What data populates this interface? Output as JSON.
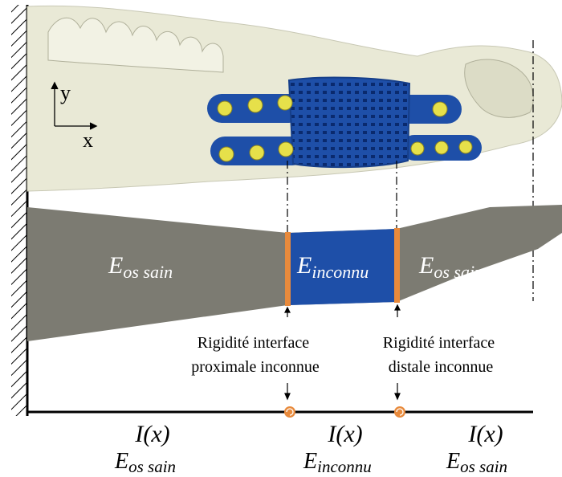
{
  "axes": {
    "y": "y",
    "x": "x"
  },
  "beam_labels": {
    "left": {
      "main": "E",
      "sub": "os sain"
    },
    "center": {
      "main": "E",
      "sub": "inconnu"
    },
    "right": {
      "main": "E",
      "sub": "os sain"
    }
  },
  "interface_labels": {
    "proximal": [
      "Rigidité interface",
      "proximale inconnue"
    ],
    "distal": [
      "Rigidité interface",
      "distale inconnue"
    ]
  },
  "segments": [
    {
      "inertia": "I(x)",
      "modulus_main": "E",
      "modulus_sub": "os sain"
    },
    {
      "inertia": "I(x)",
      "modulus_main": "E",
      "modulus_sub": "inconnu"
    },
    {
      "inertia": "I(x)",
      "modulus_main": "E",
      "modulus_sub": "os sain"
    }
  ],
  "colors": {
    "bone": "#e9e9d6",
    "beam": "#7c7b72",
    "implant": "#1e4fa8",
    "interface": "#e88a3c",
    "screw": "#e6e04a",
    "line": "#000000"
  }
}
